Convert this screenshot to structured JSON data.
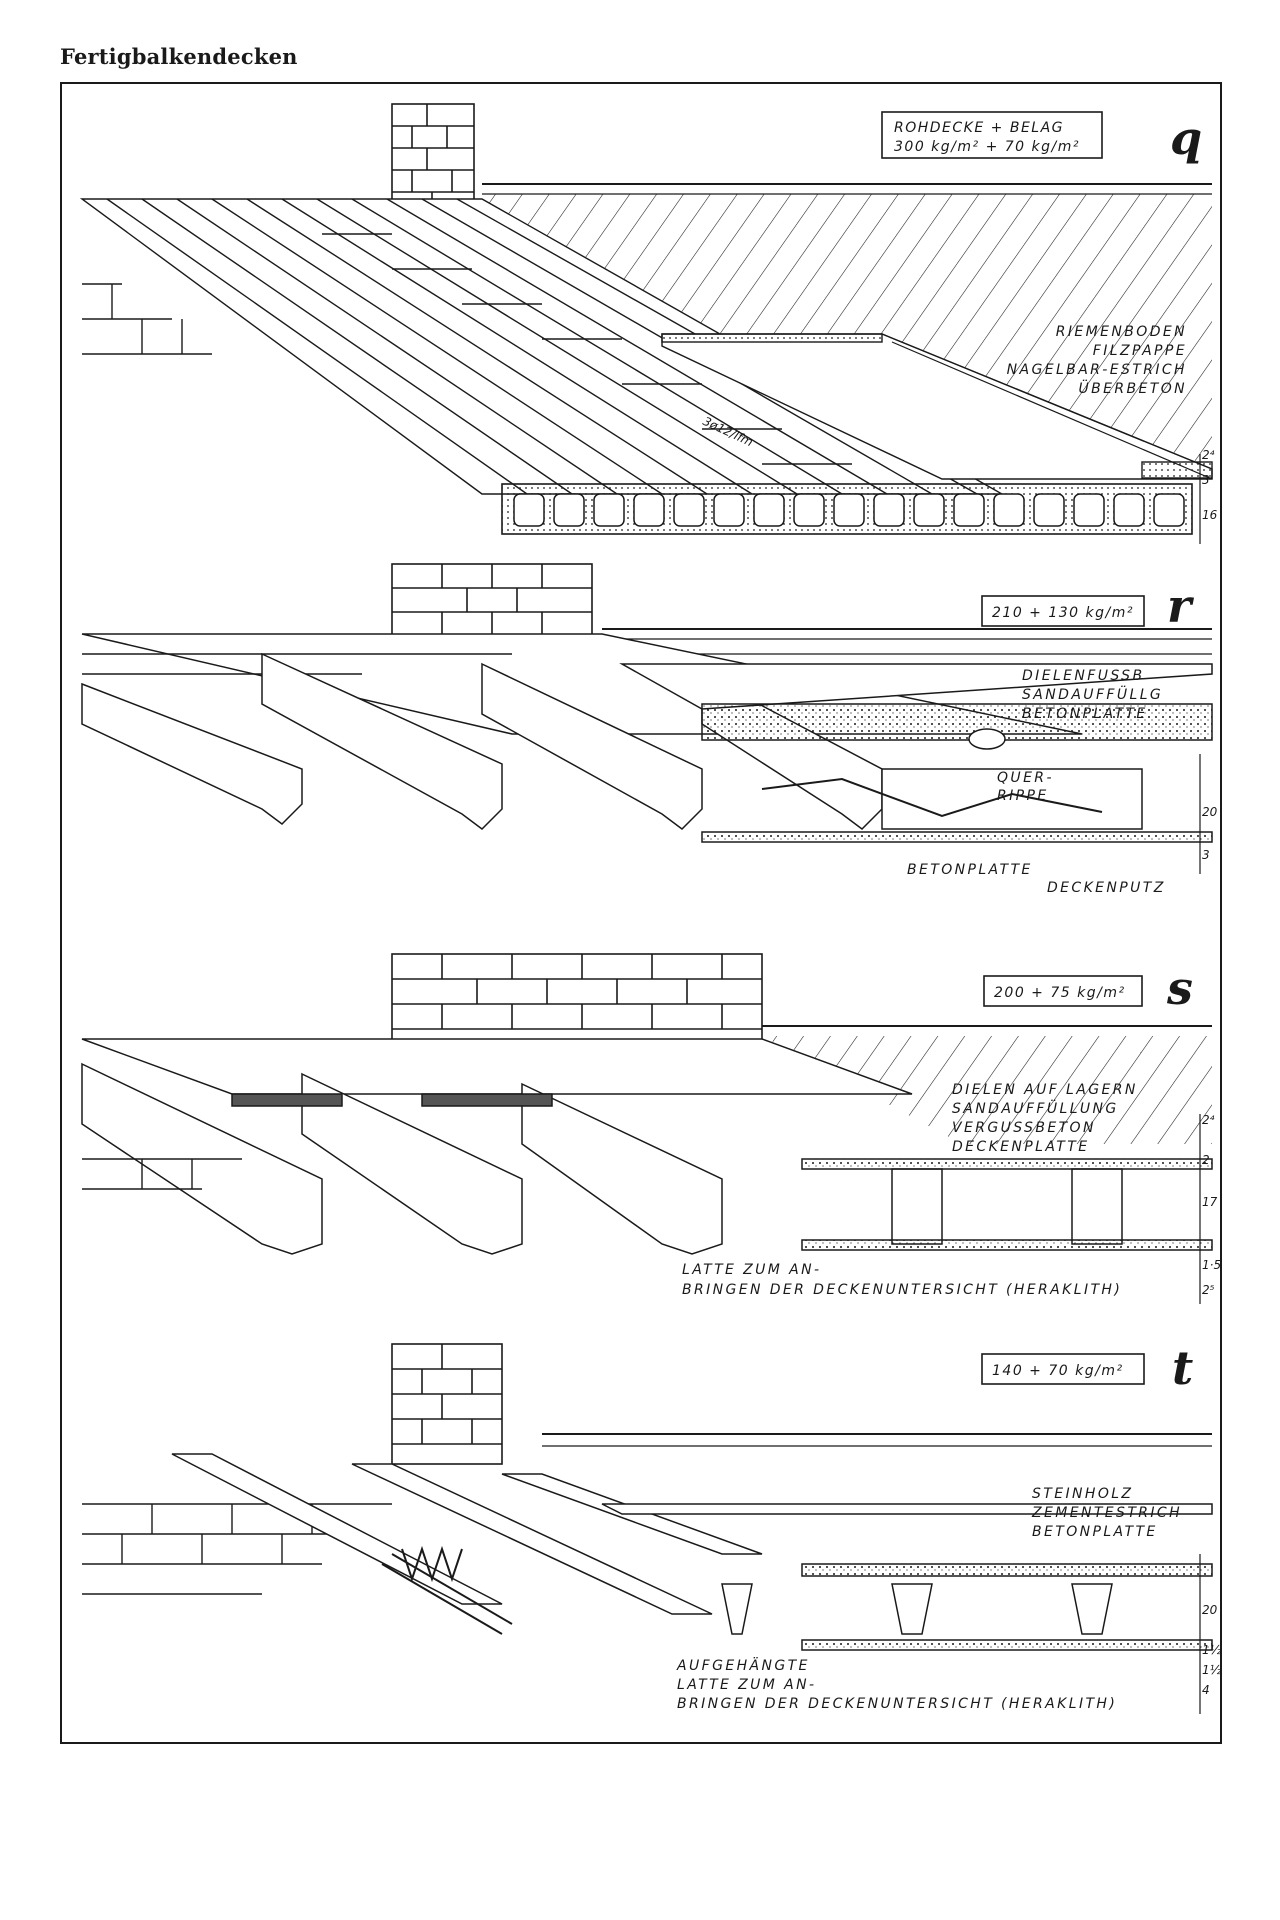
{
  "page_title": "Fertigbalkendecken",
  "panels": {
    "q": {
      "letter": "q",
      "load_line1": "ROHDECKE + BELAG",
      "load_line2": "300 kg/m² + 70 kg/m²",
      "labels": [
        "RIEMENBODEN",
        "FILZPAPPE",
        "NAGELBAR-ESTRICH",
        "ÜBERBETON"
      ],
      "rebar": "3ø12/lfm",
      "dims": [
        "2⁴",
        "3",
        "16"
      ]
    },
    "r": {
      "letter": "r",
      "load": "210 + 130 kg/m²",
      "labels": [
        "DIELENFUSSB",
        "SANDAUFFÜLLG",
        "BETONPLATTE"
      ],
      "rib_label_1": "QUER-",
      "rib_label_2": "RIPPE",
      "bottom_left": "BETONPLATTE",
      "bottom_right": "DECKENPUTZ",
      "dims": [
        "20",
        "3"
      ]
    },
    "s": {
      "letter": "s",
      "load": "200 + 75 kg/m²",
      "labels": [
        "DIELEN AUF LAGERN",
        "SANDAUFFÜLLUNG",
        "VERGUSSBETON",
        "DECKENPLATTE"
      ],
      "note_line1": "LATTE ZUM AN-",
      "note_line2": "BRINGEN DER DECKENUNTERSICHT (HERAKLITH)",
      "dims": [
        "2⁴",
        "2",
        "17",
        "1·5",
        "2⁵"
      ]
    },
    "t": {
      "letter": "t",
      "load": "140 + 70 kg/m²",
      "labels": [
        "STEINHOLZ",
        "ZEMENTESTRICH",
        "BETONPLATTE"
      ],
      "note_line1": "AUFGEHÄNGTE",
      "note_line2": "LATTE ZUM AN-",
      "note_line3": "BRINGEN DER DECKENUNTERSICHT (HERAKLITH)",
      "dims": [
        "20",
        "1½",
        "1½",
        "4"
      ]
    }
  }
}
